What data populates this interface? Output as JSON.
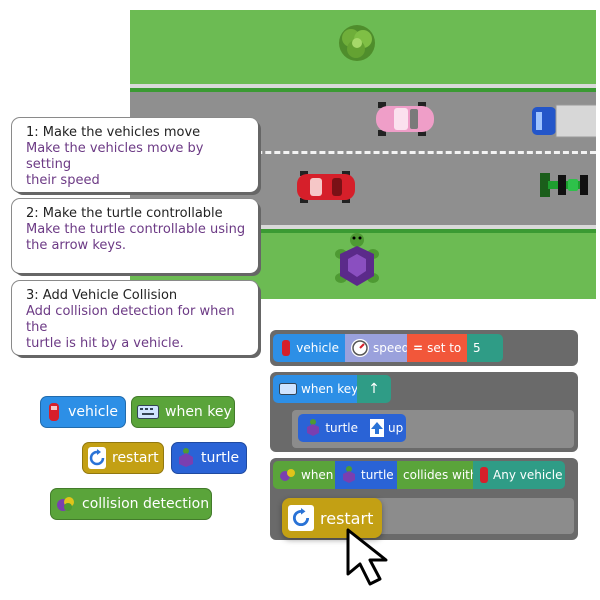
{
  "instructions": [
    {
      "title": "1: Make the vehicles move",
      "desc_line1": "Make the vehicles move by setting",
      "desc_line2": "their speed"
    },
    {
      "title": "2: Make the turtle controllable",
      "desc_line1": "Make the turtle controllable using",
      "desc_line2": "the arrow keys."
    },
    {
      "title": "3: Add Vehicle Collision",
      "desc_line1": "Add collision detection for when the",
      "desc_line2": "turtle is hit by a vehicle."
    }
  ],
  "palette": {
    "vehicle": "vehicle",
    "when_key": "when key",
    "restart": "restart",
    "turtle": "turtle",
    "collision_detection": "collision detection"
  },
  "script": {
    "row1": {
      "vehicle": "vehicle",
      "speed": "speed",
      "set_to": "set to",
      "value": "5"
    },
    "row2": {
      "when_key": "when key",
      "key": "↑"
    },
    "row2_inner": {
      "turtle": "turtle",
      "up": "up"
    },
    "row3": {
      "when": "when",
      "turtle": "turtle",
      "collides_with": "collides with",
      "any_vehicle": "Any vehicle"
    },
    "row3_inner": {
      "restart": "restart"
    }
  },
  "colors": {
    "grass": "#6cbb53",
    "road": "#8f8f8f",
    "block_blue": "#2d8fe6",
    "block_green": "#5aa43a",
    "block_olive": "#c3a014",
    "instruction_text": "#6c3a85"
  }
}
